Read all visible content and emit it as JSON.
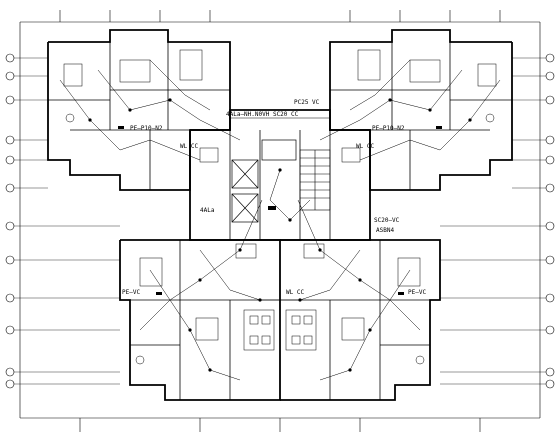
{
  "drawing": {
    "labels": {
      "panel_feed_main": "4ALa—NH.N0VH SC20 CC",
      "panel_feed_pc": "PC25 VC",
      "pe_unit_left": "PE—P10—N2",
      "pe_unit_right": "PE—P10—N2",
      "wc_left": "WL CC",
      "wc_right": "WL CC",
      "sc20_vc": "SC20—VC",
      "asb": "ASBN4",
      "core_panel": "4ALa",
      "pe_lower_left": "PE—VC",
      "pe_lower_right": "PE—VC",
      "wl_lower": "WL CC"
    }
  }
}
